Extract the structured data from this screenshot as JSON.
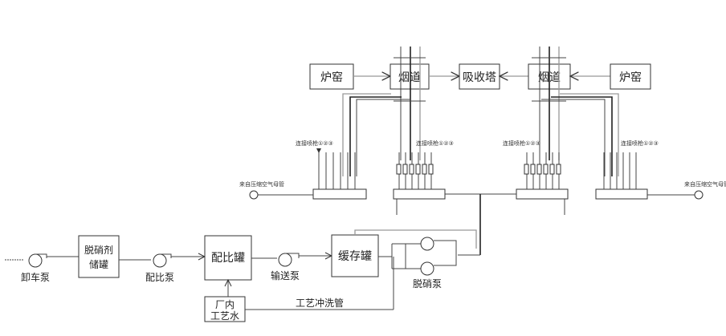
{
  "diagram": {
    "type": "process-flow",
    "top": {
      "furnace_left": "炉窑",
      "flue_left": "烟道",
      "absorber": "吸收塔",
      "flue_right": "烟道",
      "furnace_right": "炉窑"
    },
    "spray_gun_labels": [
      "连接喷枪①②③",
      "连接喷枪①②③",
      "连接喷枪①②③",
      "连接喷枪①②③"
    ],
    "air_source_left": "来自压缩空气母管",
    "air_source_right": "来自压缩空气母管",
    "bottom": {
      "unload_pump": "卸车泵",
      "storage_tank_line1": "脱硝剂",
      "storage_tank_line2": "储罐",
      "ratio_pump": "配比泵",
      "ratio_tank": "配比罐",
      "transfer_pump": "输送泵",
      "buffer_tank": "缓存罐",
      "denox_pump": "脱硝泵",
      "process_water_line1": "厂内",
      "process_water_line2": "工艺水",
      "flush_pipe": "工艺冲洗管"
    }
  }
}
